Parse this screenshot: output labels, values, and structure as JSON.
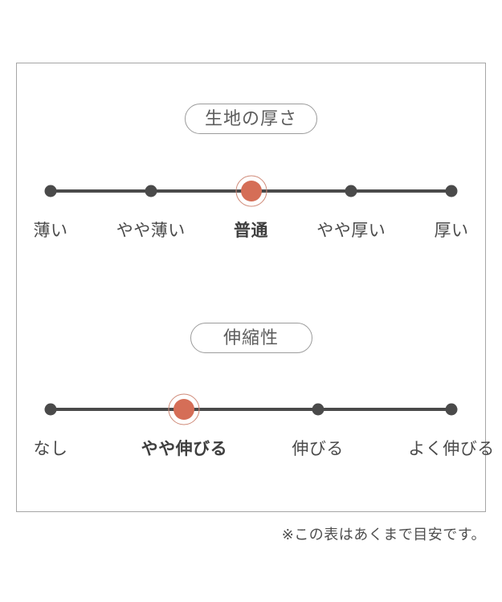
{
  "chart_data": [
    {
      "type": "scatter",
      "title": "生地の厚さ",
      "categories": [
        "薄い",
        "やや薄い",
        "普通",
        "やや厚い",
        "厚い"
      ],
      "selected_index": 2,
      "selected_label": "普通",
      "legend_position": "none",
      "grid": false
    },
    {
      "type": "scatter",
      "title": "伸縮性",
      "categories": [
        "なし",
        "やや伸びる",
        "伸びる",
        "よく伸びる"
      ],
      "selected_index": 1,
      "selected_label": "やや伸びる",
      "legend_position": "none",
      "grid": false
    }
  ],
  "footer": {
    "note": "※この表はあくまで目安です。"
  },
  "colors": {
    "selected_dot": "#d56e57",
    "selected_ring": "#cf8977",
    "dot_color": "#4a4a4a",
    "label_text": "#4a4a4a",
    "selected_label_text": "#3f3f3f",
    "title_text": "#5d5d5d",
    "pill_border": "#9c9c9c",
    "panel_border": "#a6a6a6",
    "footer_text": "#4f4f4f"
  }
}
